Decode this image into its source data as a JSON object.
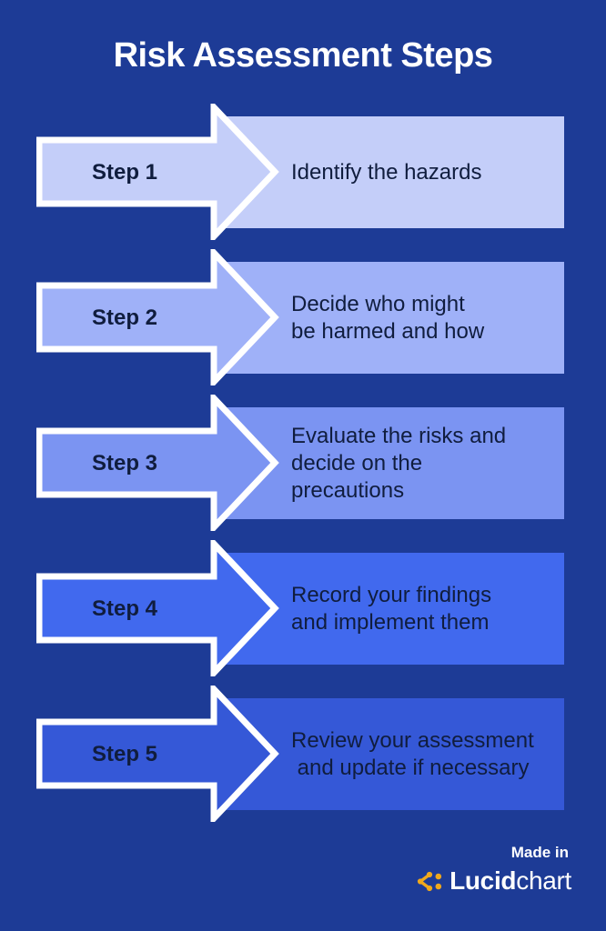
{
  "title": "Risk Assessment Steps",
  "colors": {
    "background": "#1d3b96",
    "arrow_outline": "#ffffff",
    "step_text": "#101d3e",
    "title_text": "#ffffff"
  },
  "steps": [
    {
      "label": "Step 1",
      "description": "Identify the hazards",
      "color": "#c4cef9"
    },
    {
      "label": "Step 2",
      "description": "Decide who might\nbe harmed and how",
      "color": "#9fb1f8"
    },
    {
      "label": "Step 3",
      "description": "Evaluate the risks and\ndecide on the\nprecautions",
      "color": "#7b94f2"
    },
    {
      "label": "Step 4",
      "description": "Record your findings\nand implement them",
      "color": "#4169ee"
    },
    {
      "label": "Step 5",
      "description": "Review your assessment\n and update if necessary",
      "color": "#3558d7"
    }
  ],
  "footer": {
    "made_in": "Made in",
    "brand_bold": "Lucid",
    "brand_regular": "chart",
    "icon_color": "#f0a81c"
  }
}
